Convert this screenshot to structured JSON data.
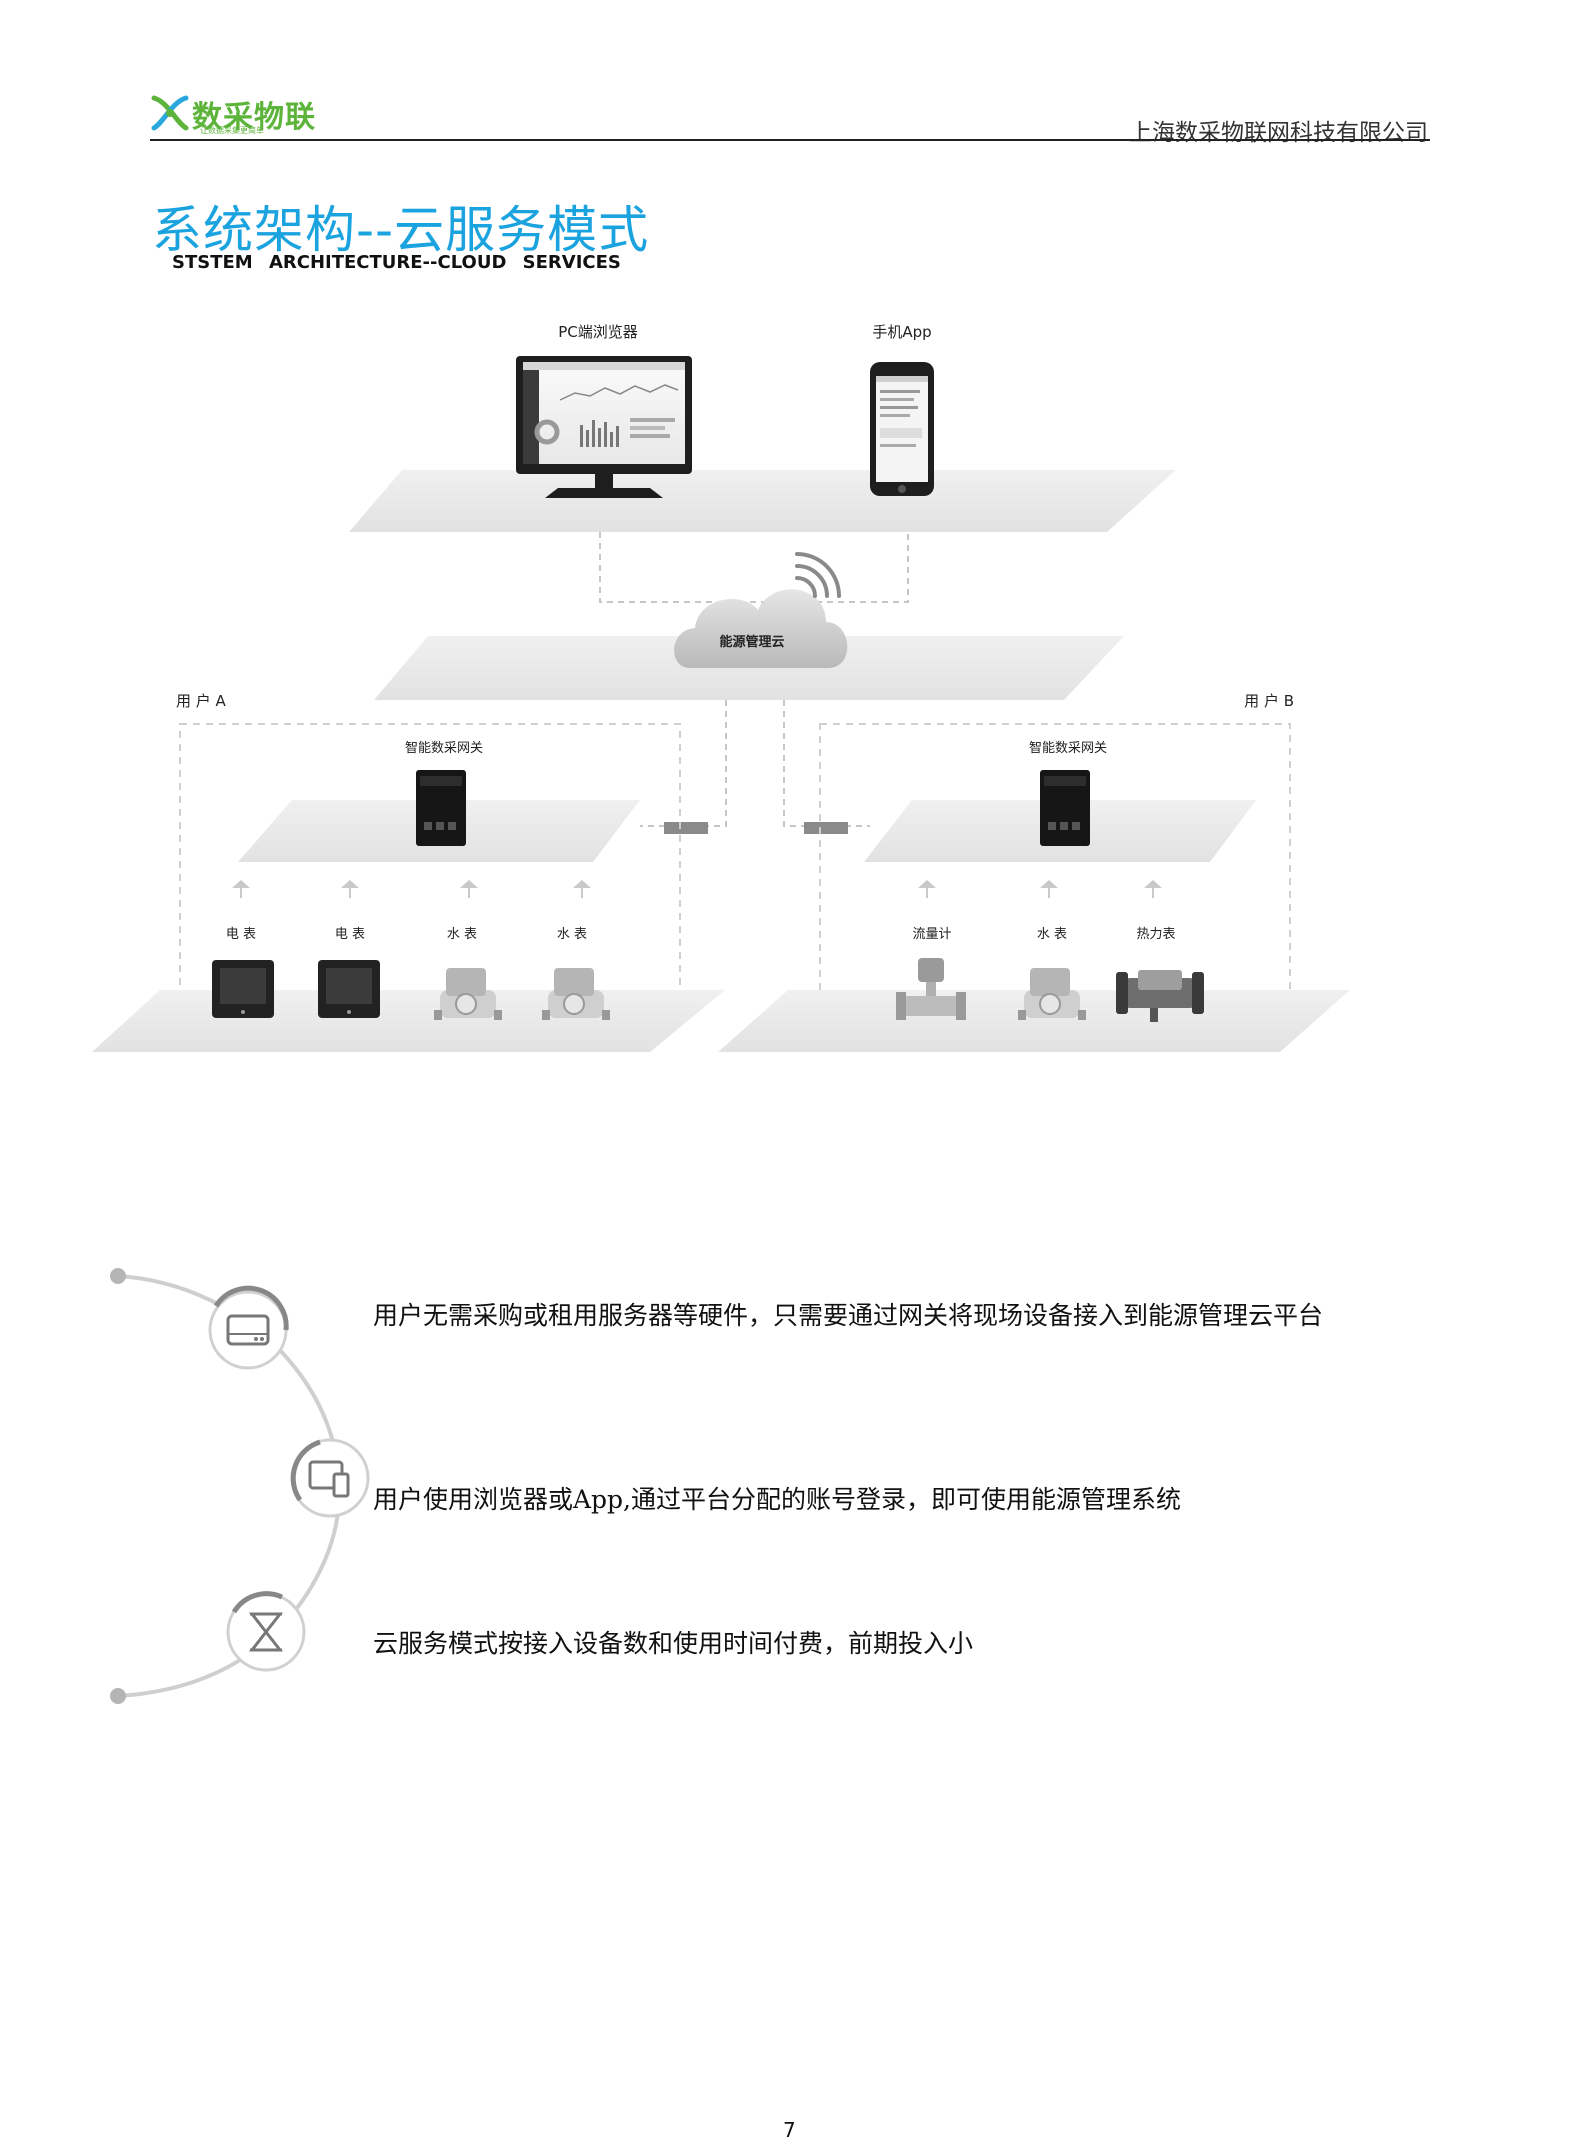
{
  "header": {
    "logo_text": "数采物联",
    "logo_tagline": "让数据采集更简单",
    "company": "上海数采物联网科技有限公司"
  },
  "title": {
    "cn": "系统架构--云服务模式",
    "en": "STSTEM  ARCHITECTURE--CLOUD  SERVICES"
  },
  "diagram": {
    "pc_label": "PC端浏览器",
    "app_label": "手机App",
    "cloud_label": "能源管理云",
    "user_a": "用 户 A",
    "user_b": "用 户 B",
    "gateway_a": "智能数采网关",
    "gateway_b": "智能数采网关",
    "devices_a": [
      "电 表",
      "电 表",
      "水 表",
      "水 表"
    ],
    "devices_b": [
      "流量计",
      "水 表",
      "热力表"
    ]
  },
  "features": [
    {
      "icon": "server-icon",
      "text": "用户无需采购或租用服务器等硬件，只需要通过网关将现场设备接入到能源管理云平台"
    },
    {
      "icon": "devices-icon",
      "text": "用户使用浏览器或App,通过平台分配的账号登录，即可使用能源管理系统"
    },
    {
      "icon": "hourglass-icon",
      "text": "云服务模式按接入设备数和使用时间付费，前期投入小"
    }
  ],
  "page_number": "7"
}
